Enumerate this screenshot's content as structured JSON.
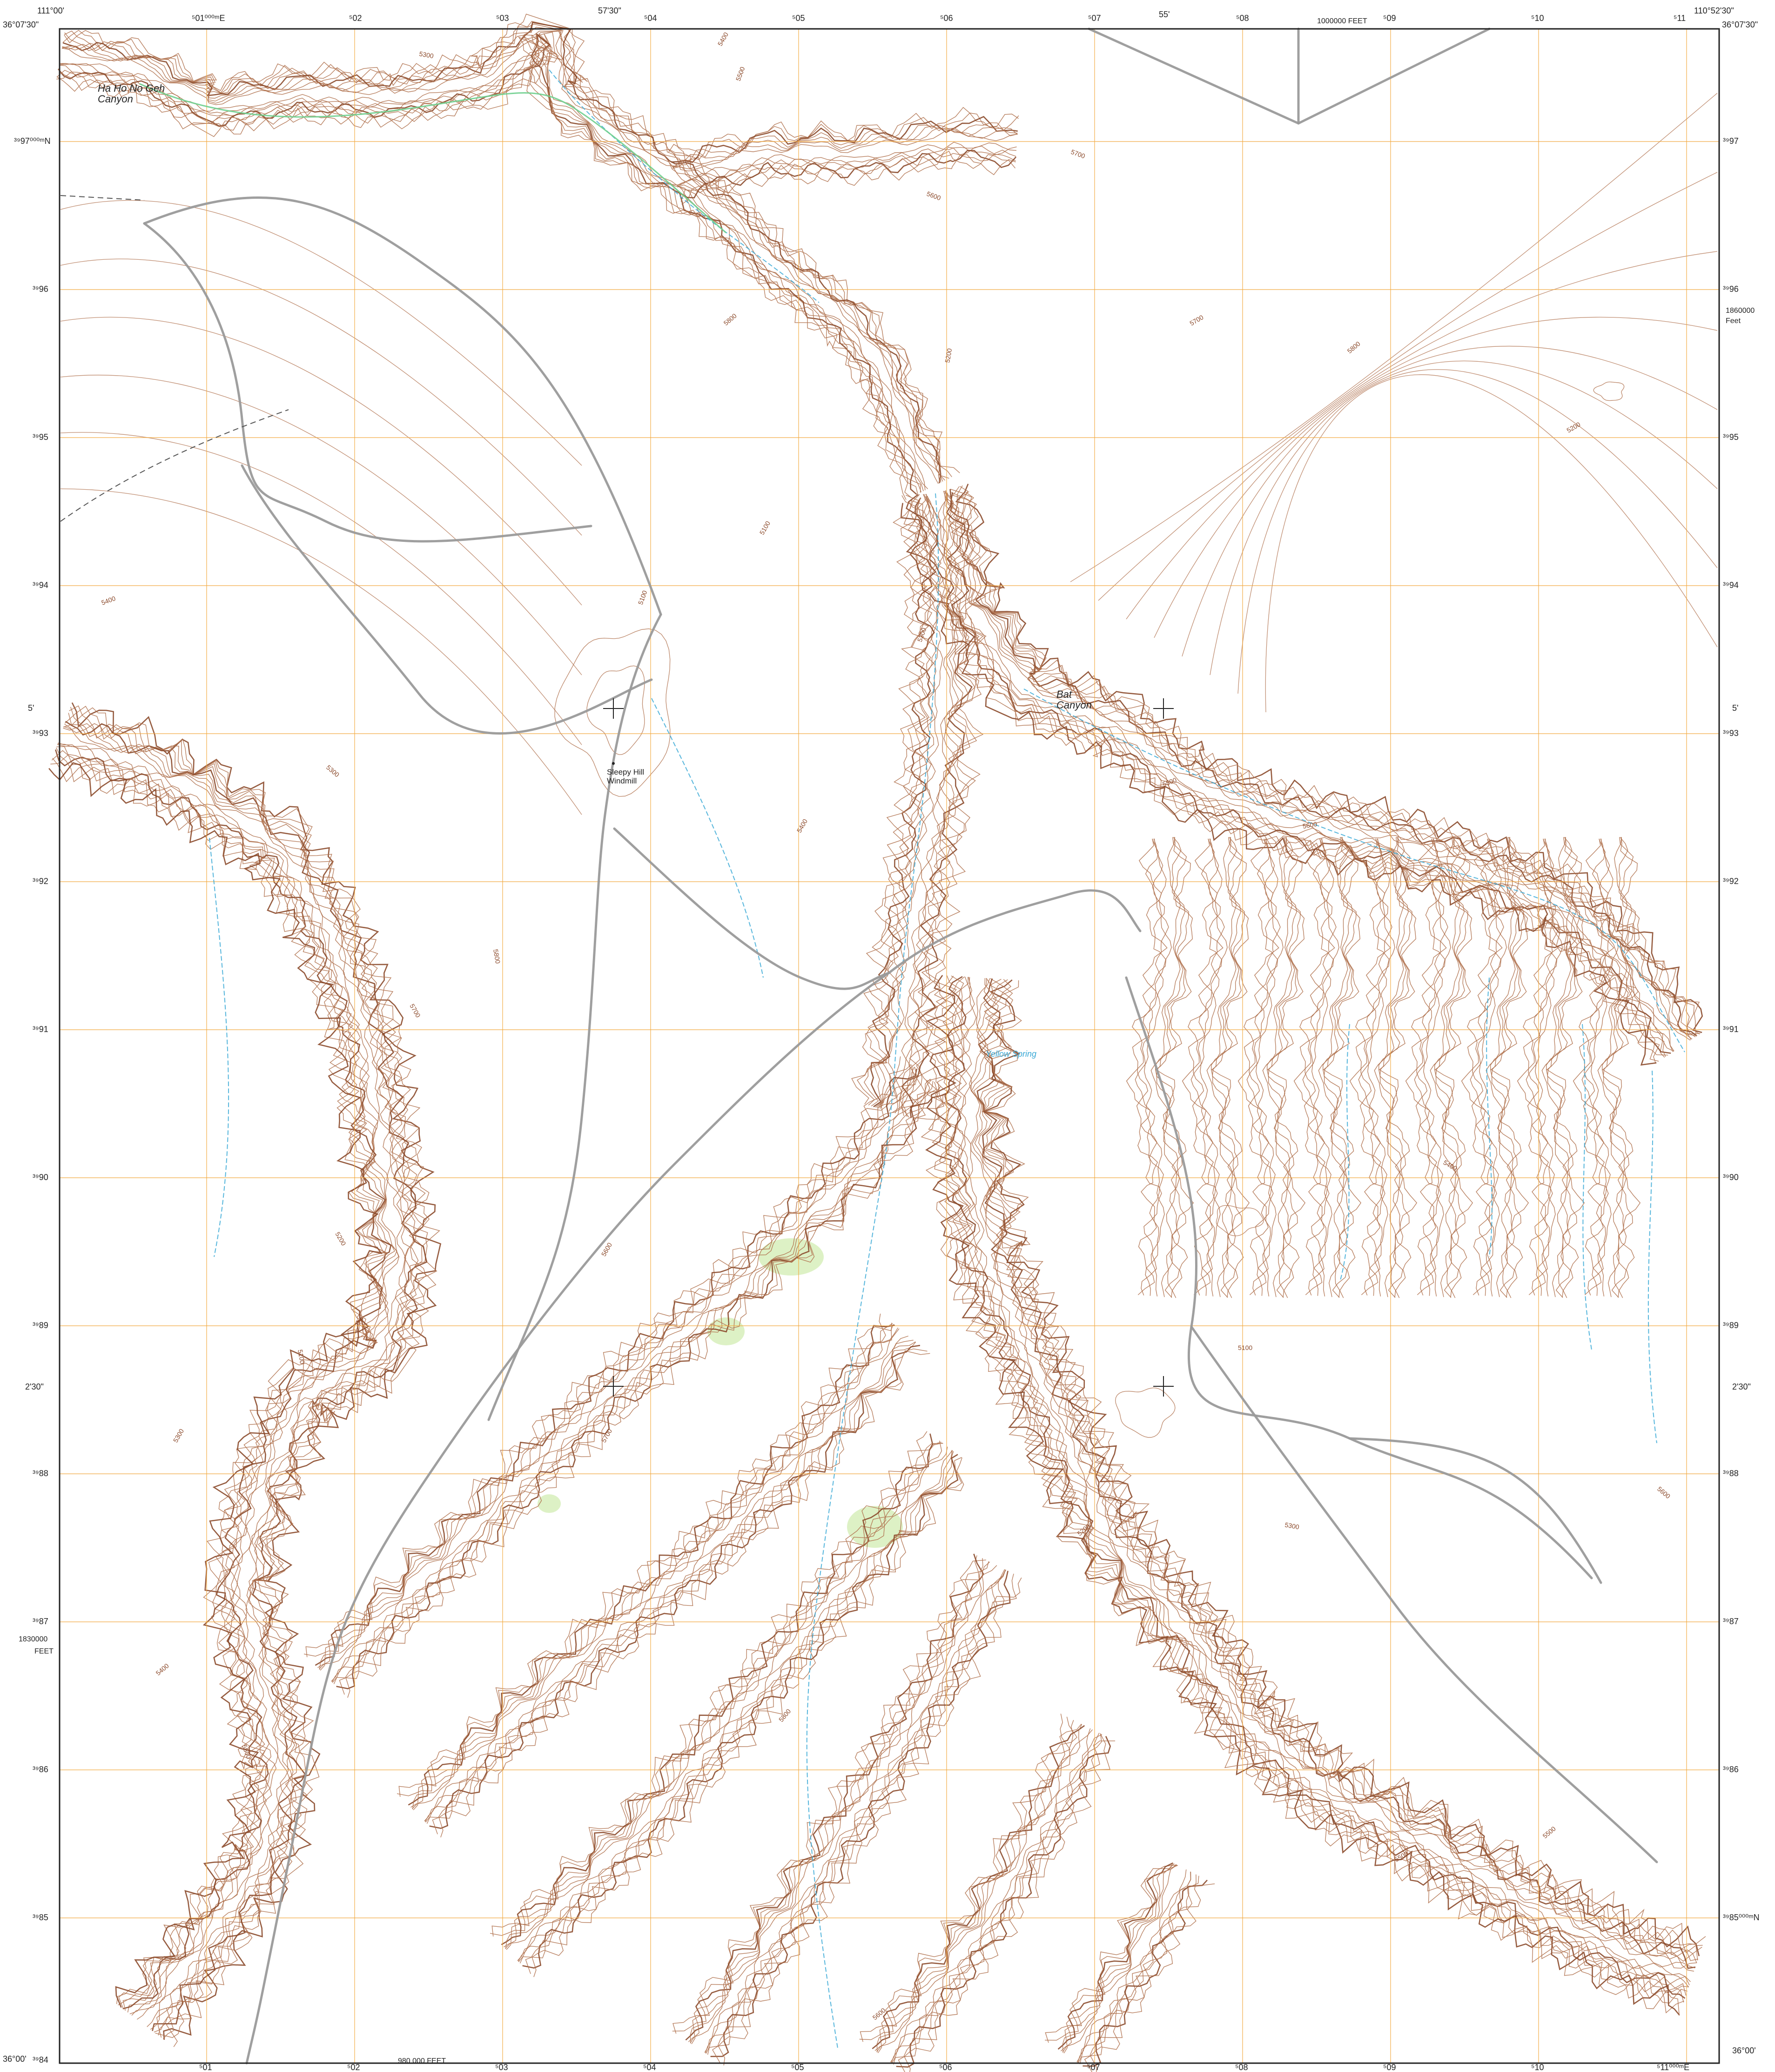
{
  "map": {
    "colors": {
      "background": "#ffffff",
      "contour": "#b0724f",
      "contour_index": "#8b4a2b",
      "grid": "#f2a83c",
      "road": "#9a9a9a",
      "stream": "#3aa9d6",
      "vegetation": "#d9efbf",
      "neatline": "#222222",
      "canyon_river": "#6fcf8e"
    },
    "corner_labels": {
      "top_left_lon": "111°00'",
      "top_left_lat": "36°07'30\"",
      "top_right_lon": "110°52'30\"",
      "top_right_lat": "36°07'30\"",
      "bottom_left_lat": "36°00'",
      "bottom_right_lat": "36°00'"
    },
    "top_labels": {
      "lon_5730": "57'30\"",
      "lon_55": "55'",
      "feet_1000000": "1000000 FEET"
    },
    "bottom_labels": {
      "feet_980000": "980 000 FEET"
    },
    "side_labels": {
      "lat_5_left": "5'",
      "lat_5_right": "5'",
      "lat_230_left": "2'30\"",
      "lat_230_right": "2'30\"",
      "feet_1860000": "1860000",
      "feet_unit_right": "Feet",
      "feet_1830000": "1830000",
      "feet_unit_left": "FEET"
    },
    "easting_labels": [
      "⁵01⁰⁰⁰ᵐE",
      "⁵02",
      "⁵03",
      "⁵04",
      "⁵05",
      "⁵06",
      "⁵07",
      "⁵08",
      "⁵09",
      "⁵10",
      "⁵11"
    ],
    "easting_labels_bottom": [
      "⁵01",
      "⁵02",
      "⁵03",
      "⁵04",
      "⁵05",
      "⁵06",
      "⁵07",
      "⁵08",
      "⁵09",
      "⁵10",
      "⁵11⁰⁰⁰ᵐE"
    ],
    "northing_labels_left": [
      "³⁹97⁰⁰⁰ᵐN",
      "³⁹96",
      "³⁹95",
      "³⁹94",
      "³⁹93",
      "³⁹92",
      "³⁹91",
      "³⁹90",
      "³⁹89",
      "³⁹88",
      "³⁹87",
      "³⁹86",
      "³⁹85",
      "³⁹84"
    ],
    "northing_labels_right": [
      "³⁹97",
      "³⁹96",
      "³⁹95",
      "³⁹94",
      "³⁹93",
      "³⁹92",
      "³⁹91",
      "³⁹90",
      "³⁹89",
      "³⁹88",
      "³⁹87",
      "³⁹86",
      "³⁹85⁰⁰⁰ᵐN"
    ],
    "place_names": {
      "ha_ho_no_geh_line1": "Ha Ho No Geh",
      "ha_ho_no_geh_line2": "Canyon",
      "bat_canyon_line1": "Bat",
      "bat_canyon_line2": "Canyon",
      "sleepy_hill_line1": "Sleepy Hill",
      "sleepy_hill_line2": "Windmill",
      "spring": "Yellow Spring"
    },
    "contour_values": [
      "5300",
      "5400",
      "5500",
      "5600",
      "5700",
      "5800",
      "5200",
      "5100"
    ]
  }
}
